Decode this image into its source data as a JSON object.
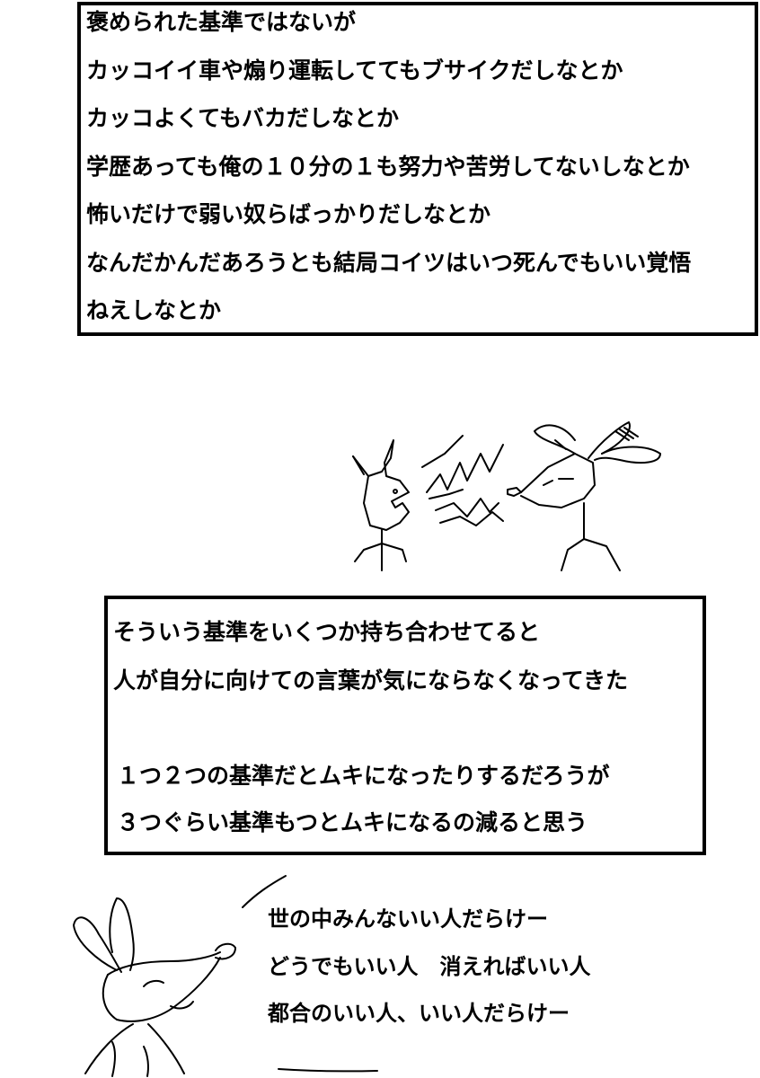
{
  "top_panel": {
    "lines": [
      "褒められた基準ではないが",
      "カッコイイ車や煽り運転しててもブサイクだしなとか",
      "カッコよくてもバカだしなとか",
      "学歴あっても俺の１０分の１も努力や苦労してないしなとか",
      "怖いだけで弱い奴らばっかりだしなとか",
      "なんだかんだあろうとも結局コイツはいつ死んでもいい覚悟",
      "ねえしなとか"
    ]
  },
  "middle_panel": {
    "lines": [
      "そういう基準をいくつか持ち合わせてると",
      "人が自分に向けての言葉が気にならなくなってきた",
      "１つ２つの基準だとムキになったりするだろうが",
      "３つぐらい基準もつとムキになるの減ると思う"
    ]
  },
  "bottom_speech": {
    "lines": [
      "世の中みんないい人だらけー",
      "どうでもいい人　消えればいい人",
      "都合のいい人、いい人だらけー"
    ]
  },
  "colors": {
    "background": "#ffffff",
    "ink": "#000000"
  }
}
